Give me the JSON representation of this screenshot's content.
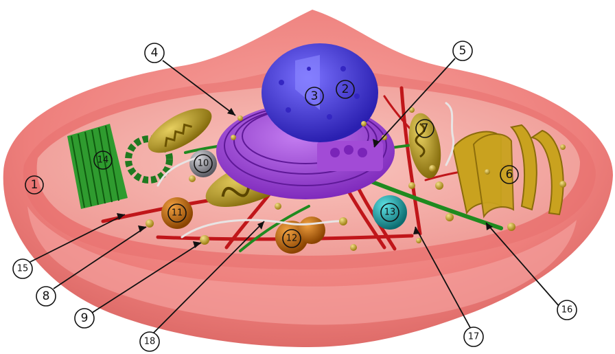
{
  "diagram": {
    "labels": [
      {
        "id": "1",
        "text": "①"
      },
      {
        "id": "2",
        "text": "②"
      },
      {
        "id": "3",
        "text": "③"
      },
      {
        "id": "4",
        "text": "④"
      },
      {
        "id": "5",
        "text": "⑤"
      },
      {
        "id": "6",
        "text": "⑥"
      },
      {
        "id": "7",
        "text": "⑦"
      },
      {
        "id": "8",
        "text": "⑧"
      },
      {
        "id": "9",
        "text": "⑨"
      },
      {
        "id": "10",
        "text": "⑩"
      },
      {
        "id": "11",
        "text": "⑪"
      },
      {
        "id": "12",
        "text": "⑫"
      },
      {
        "id": "13",
        "text": "⑬"
      },
      {
        "id": "14",
        "text": "⑭"
      },
      {
        "id": "15",
        "text": "⑮"
      },
      {
        "id": "16",
        "text": "⑯"
      },
      {
        "id": "17",
        "text": "⑰"
      },
      {
        "id": "18",
        "text": "⑱"
      }
    ],
    "colors": {
      "membrane": "#f08a88",
      "cytoplasm": "#f6b2ae",
      "nucleus": "#4a3fe0",
      "er": "#9b3fd6",
      "golgi": "#c9a21f",
      "mitochondria": "#b0920f",
      "microtubule": "#1f8a1f",
      "actin": "#c0161a",
      "lysosome": "#c76a0a",
      "peroxisome": "#1fa8ad",
      "vesicle": "#8e8e95"
    }
  }
}
